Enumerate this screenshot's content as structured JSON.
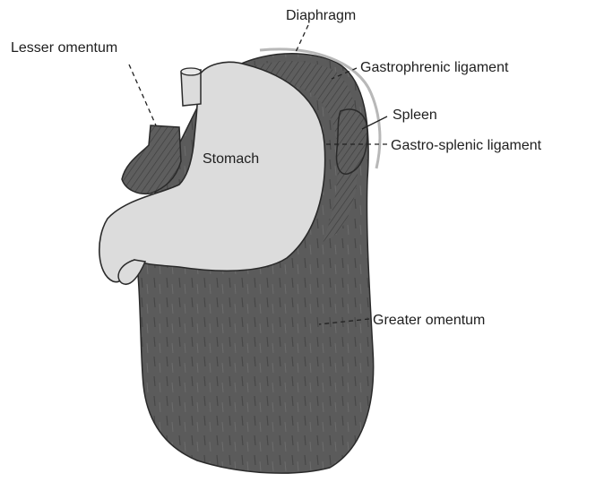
{
  "labels": {
    "diaphragm": "Diaphragm",
    "lesser_omentum": "Lesser omentum",
    "gastrophrenic_ligament": "Gastrophrenic ligament",
    "spleen": "Spleen",
    "gastro_splenic_ligament": "Gastro-splenic ligament",
    "stomach": "Stomach",
    "greater_omentum": "Greater omentum"
  },
  "colors": {
    "omentum": "#5e5e5e",
    "omentum_dark": "#3c3c3c",
    "stomach": "#dcdcdc",
    "diaphragm_line": "#b8b8b8",
    "outline": "#2a2a2a"
  }
}
